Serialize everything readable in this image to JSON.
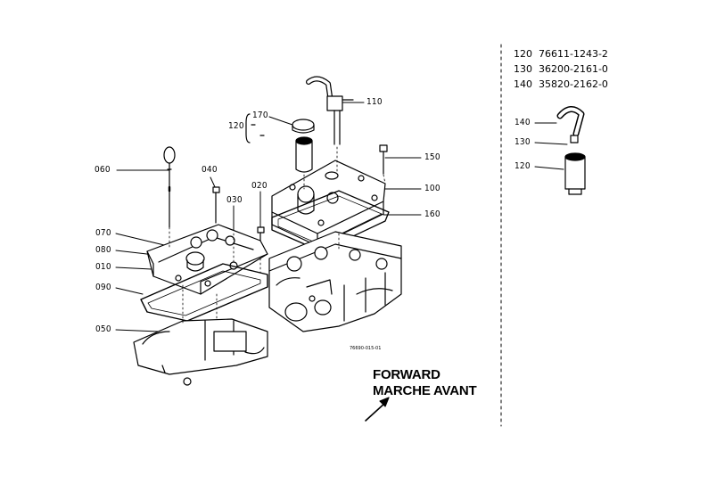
{
  "callouts": {
    "p010": "010",
    "p020": "020",
    "p030": "030",
    "p040": "040",
    "p050": "050",
    "p060": "060",
    "p070": "070",
    "p080": "080",
    "p090": "090",
    "p100": "100",
    "p110": "110",
    "p120": "120",
    "p150": "150",
    "p160": "160",
    "p170": "170",
    "d120": "120",
    "d130": "130",
    "d140": "140"
  },
  "parts_reference": [
    {
      "num": "120",
      "part": "76611-1243-2"
    },
    {
      "num": "130",
      "part": "36200-2161-0"
    },
    {
      "num": "140",
      "part": "35820-2162-0"
    }
  ],
  "direction": {
    "line1": "FORWARD",
    "line2": "MARCHE AVANT"
  },
  "drawing_code": "76690-015-01"
}
